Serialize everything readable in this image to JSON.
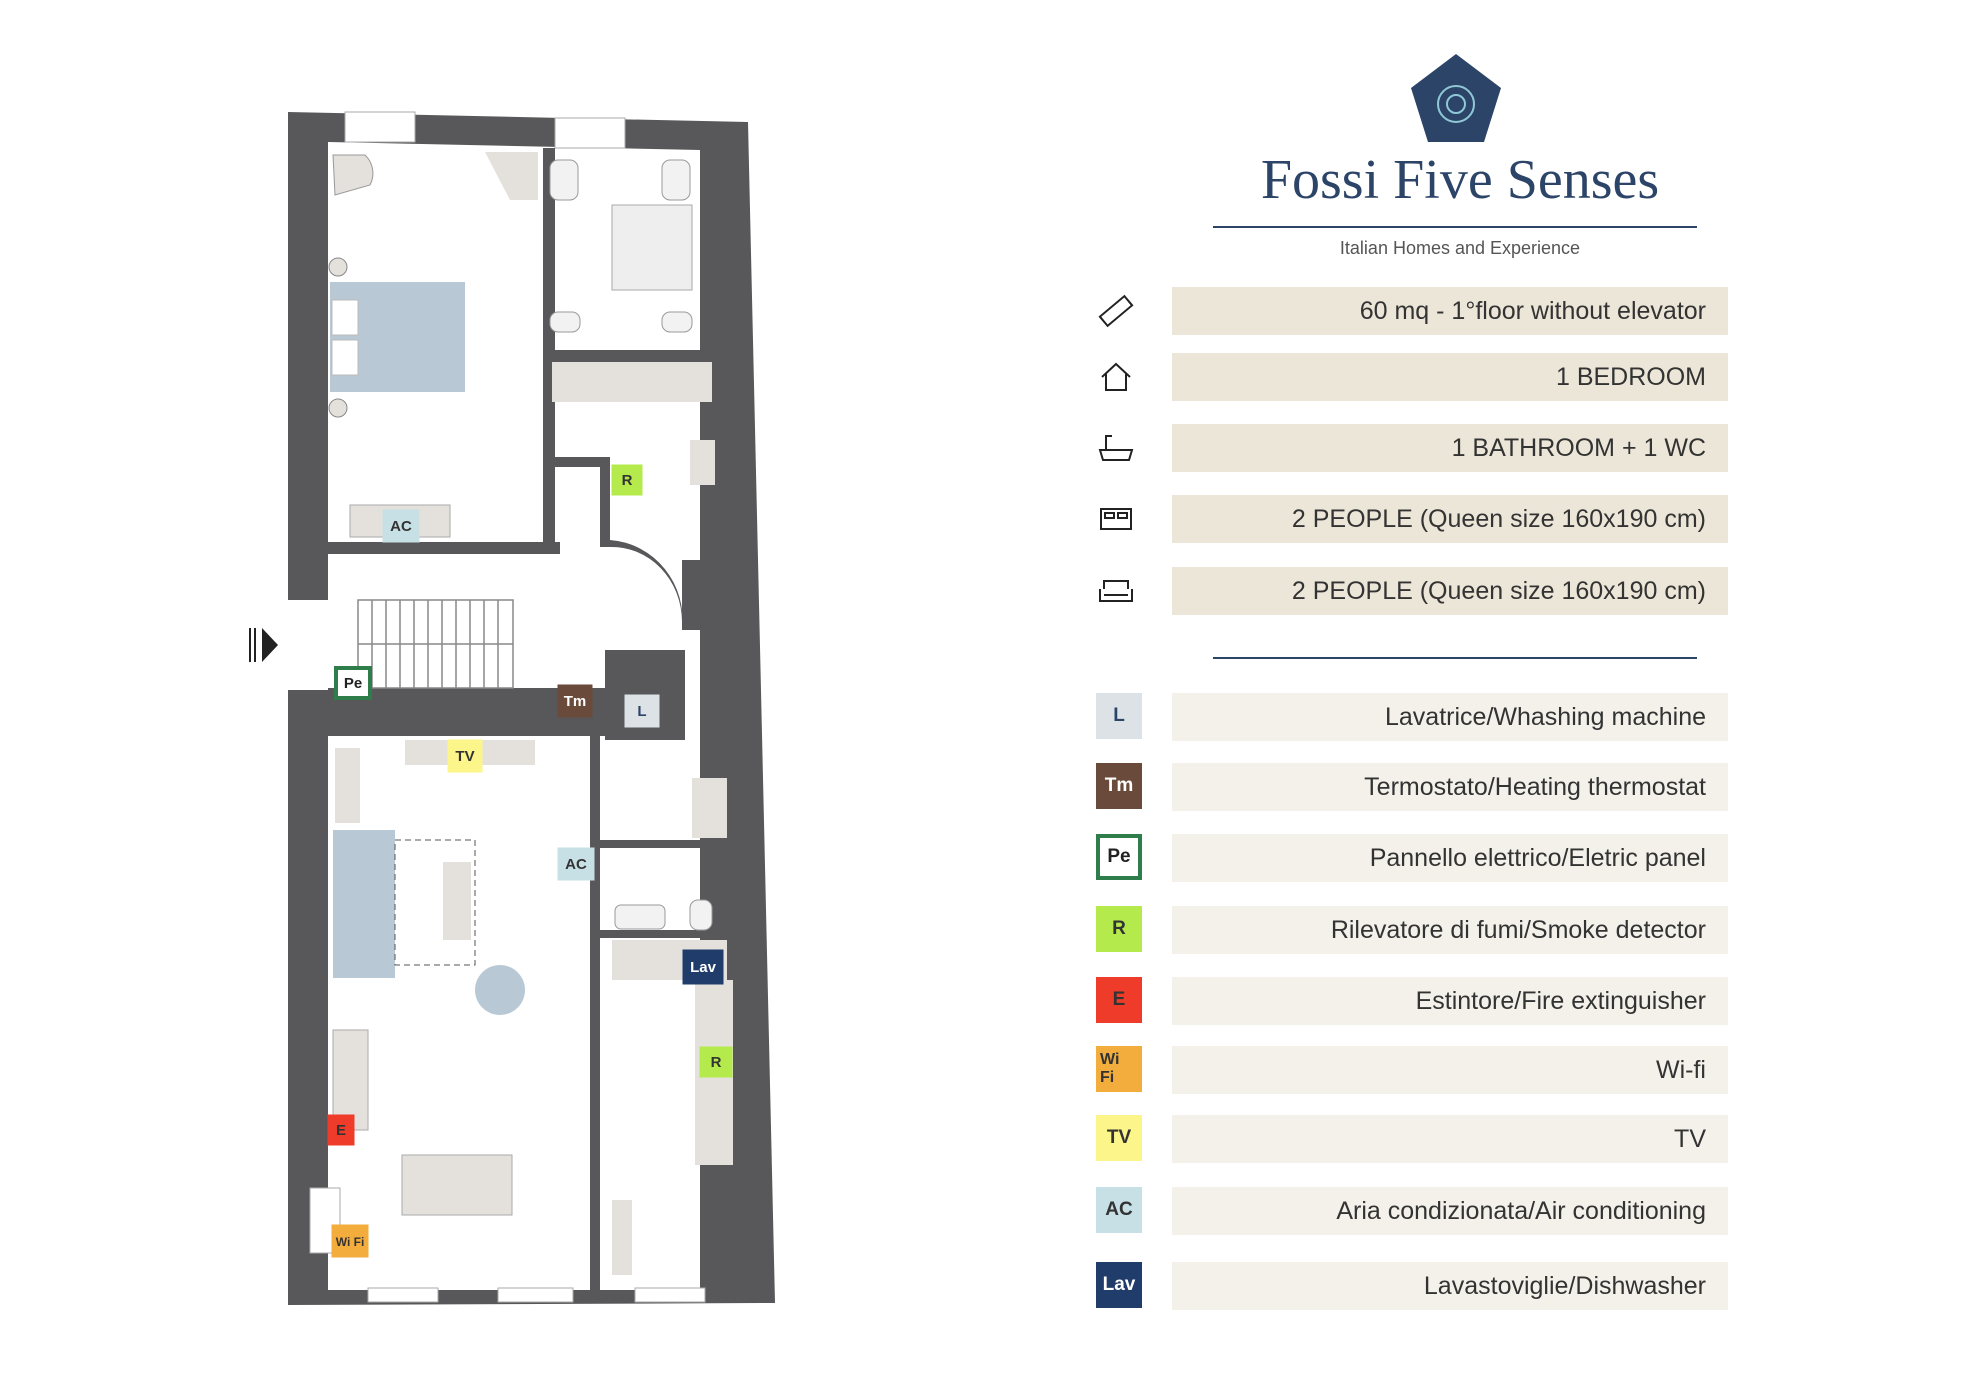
{
  "brand": {
    "name": "Fossi Five Senses",
    "tagline": "Italian Homes and Experience",
    "color": "#2c4468"
  },
  "info": [
    {
      "icon": "ruler-icon",
      "text": "60 mq - 1°floor without elevator"
    },
    {
      "icon": "house-icon",
      "text": "1 BEDROOM"
    },
    {
      "icon": "bathtub-icon",
      "text": "1 BATHROOM + 1 WC"
    },
    {
      "icon": "bed-icon",
      "text": "2 PEOPLE (Queen size 160x190 cm)"
    },
    {
      "icon": "sofa-icon",
      "text": "2 PEOPLE (Queen size 160x190 cm)"
    }
  ],
  "legend": [
    {
      "code": "L",
      "label": "Lavatrice/Whashing machine",
      "bg": "#dde2e6",
      "fg": "#2c4468",
      "border": "#dde2e6"
    },
    {
      "code": "Tm",
      "label": "Termostato/Heating thermostat",
      "bg": "#6a4a3a",
      "fg": "#ffffff",
      "border": "#6a4a3a"
    },
    {
      "code": "Pe",
      "label": "Pannello elettrico/Eletric panel",
      "bg": "#ffffff",
      "fg": "#222222",
      "border": "#2e7d4a"
    },
    {
      "code": "R",
      "label": "Rilevatore di fumi/Smoke detector",
      "bg": "#b5ea4c",
      "fg": "#333333",
      "border": "#b5ea4c"
    },
    {
      "code": "E",
      "label": "Estintore/Fire extinguisher",
      "bg": "#ee3b2a",
      "fg": "#333333",
      "border": "#ee3b2a"
    },
    {
      "code": "Wi Fi",
      "label": "Wi-fi",
      "bg": "#f3ad3c",
      "fg": "#333333",
      "border": "#f3ad3c"
    },
    {
      "code": "TV",
      "label": "TV",
      "bg": "#fbf58a",
      "fg": "#333333",
      "border": "#fbf58a"
    },
    {
      "code": "AC",
      "label": "Aria condizionata/Air conditioning",
      "bg": "#c6e0e5",
      "fg": "#333333",
      "border": "#c6e0e5"
    },
    {
      "code": "Lav",
      "label": "Lavastoviglie/Dishwasher",
      "bg": "#1f3c6b",
      "fg": "#ffffff",
      "border": "#1f3c6b"
    }
  ],
  "plan_markers": [
    {
      "code": "AC",
      "legend": 7
    },
    {
      "code": "R",
      "legend": 3
    },
    {
      "code": "Pe",
      "legend": 2
    },
    {
      "code": "Tm",
      "legend": 1
    },
    {
      "code": "L",
      "legend": 0
    },
    {
      "code": "TV",
      "legend": 6
    },
    {
      "code": "AC",
      "legend": 7
    },
    {
      "code": "Lav",
      "legend": 8
    },
    {
      "code": "R",
      "legend": 3
    },
    {
      "code": "E",
      "legend": 4
    },
    {
      "code": "Wi Fi",
      "legend": 5
    }
  ],
  "colors": {
    "wall": "#58585a",
    "furniture": "#e4e1dd",
    "bed": "#b8c8d4",
    "info_bar": "#ece6d8",
    "legend_bar": "#f4f1ea"
  }
}
